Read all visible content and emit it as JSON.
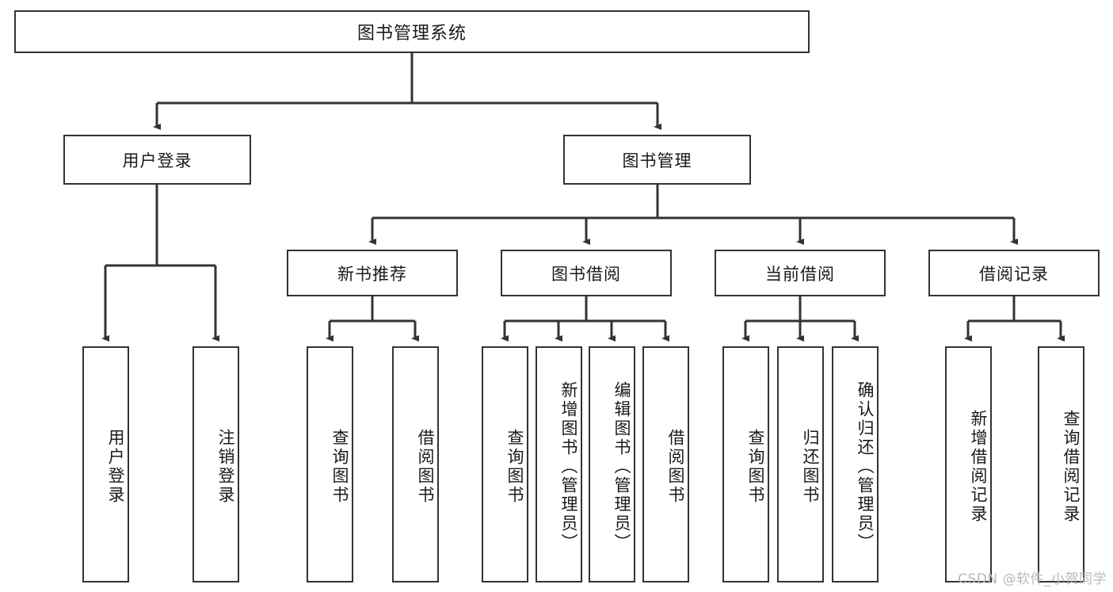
{
  "diagram": {
    "type": "tree",
    "title": "图书管理系统",
    "root": {
      "label": "图书管理系统"
    },
    "level2": [
      {
        "label": "用户登录"
      },
      {
        "label": "图书管理"
      }
    ],
    "level3": [
      {
        "label": "新书推荐"
      },
      {
        "label": "图书借阅"
      },
      {
        "label": "当前借阅"
      },
      {
        "label": "借阅记录"
      }
    ],
    "leaves": {
      "user_login": [
        {
          "label": "用户登录"
        },
        {
          "label": "注销登录"
        }
      ],
      "new_book": [
        {
          "label": "查询图书"
        },
        {
          "label": "借阅图书"
        }
      ],
      "book_borrow": [
        {
          "label": "查询图书"
        },
        {
          "label": "新增图书（管理员）"
        },
        {
          "label": "编辑图书（管理员）"
        },
        {
          "label": "借阅图书"
        }
      ],
      "current_borrow": [
        {
          "label": "查询图书"
        },
        {
          "label": "归还图书"
        },
        {
          "label": "确认归还（管理员）"
        }
      ],
      "borrow_record": [
        {
          "label": "新增借阅记录"
        },
        {
          "label": "查询借阅记录"
        }
      ]
    }
  },
  "watermark": {
    "text": "CSDN @软件_小贺同学"
  },
  "colors": {
    "line": "#333333",
    "box_border": "#333333",
    "background": "#ffffff",
    "text": "#1a1a1a",
    "watermark": "#b9b9b9"
  }
}
